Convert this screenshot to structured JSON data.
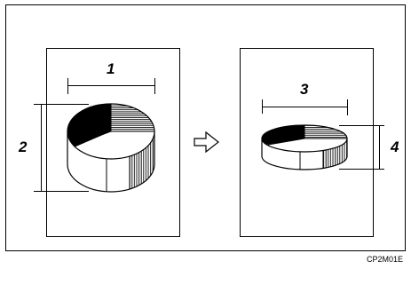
{
  "diagram": {
    "labels": {
      "original_width": "1",
      "original_height": "2",
      "reduced_width": "3",
      "reduced_height": "4"
    },
    "arrow_icon": "hollow-right-arrow-icon",
    "figure_code": "CP2M01E"
  }
}
